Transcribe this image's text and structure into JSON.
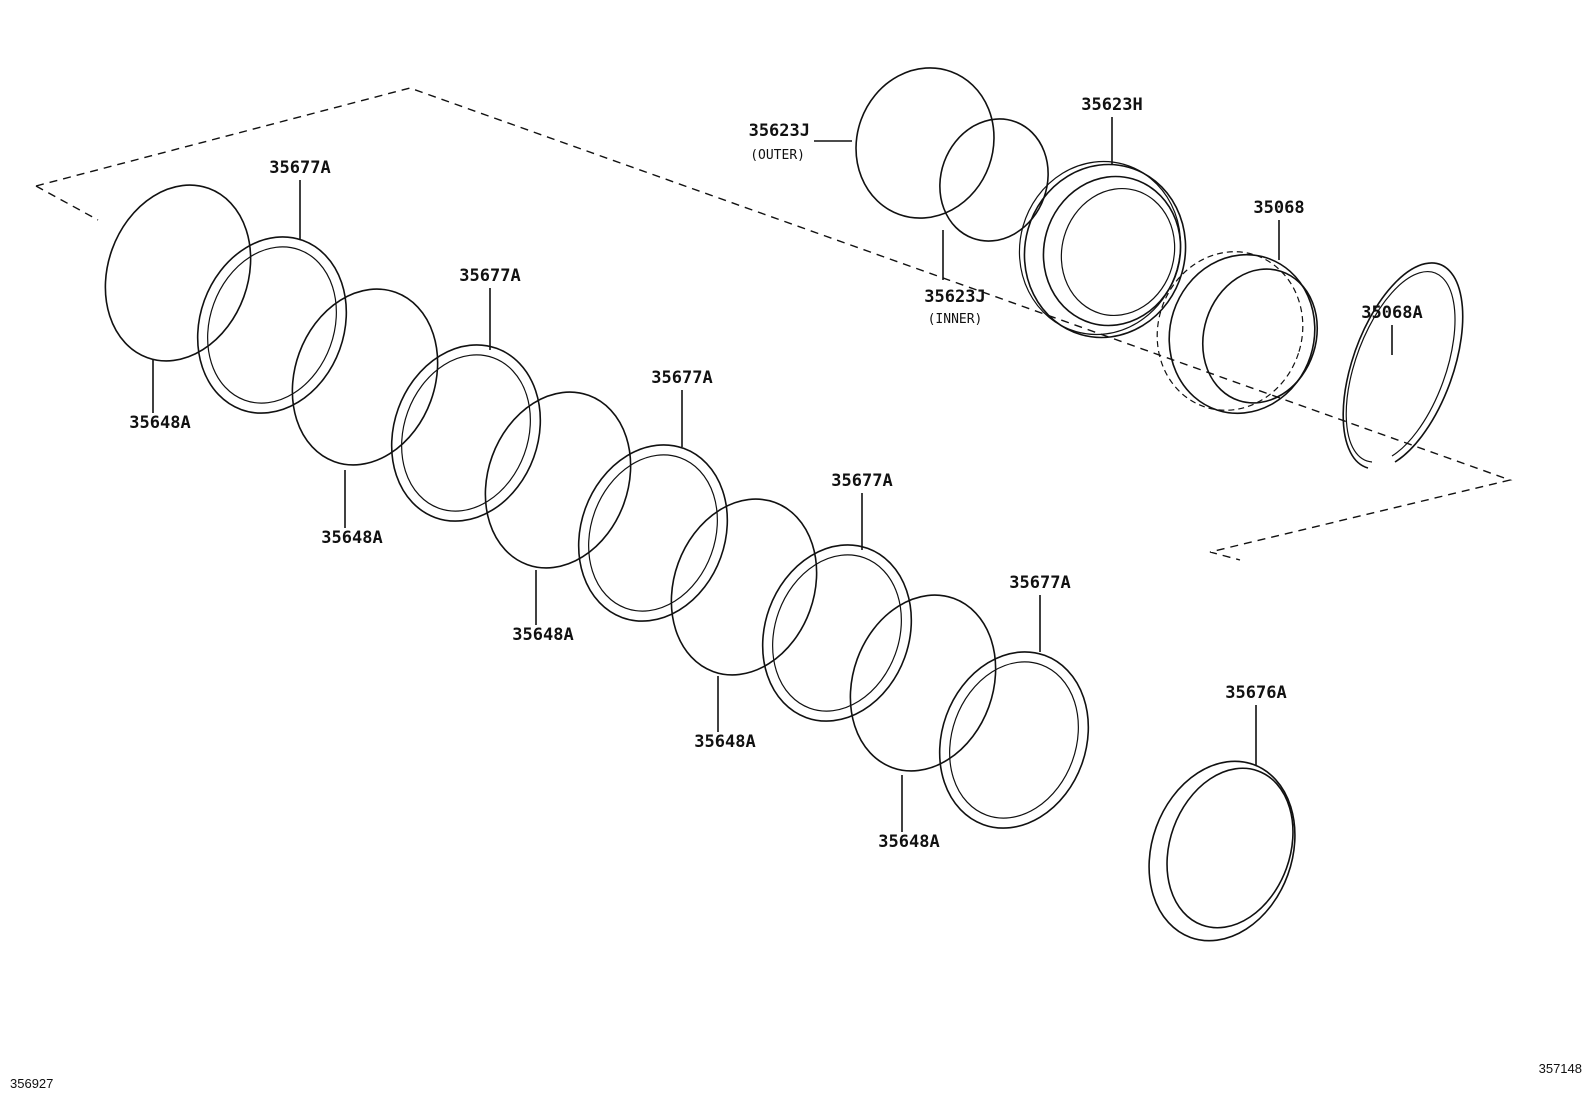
{
  "diagram": {
    "corner_left": "356927",
    "corner_right": "357148",
    "parts": {
      "p35623j_outer": {
        "part_no": "35623J",
        "note": "(OUTER)"
      },
      "p35623j_inner": {
        "part_no": "35623J",
        "note": "(INNER)"
      },
      "p35623h": {
        "part_no": "35623H"
      },
      "p35068": {
        "part_no": "35068"
      },
      "p35068a": {
        "part_no": "35068A"
      },
      "p35676a": {
        "part_no": "35676A"
      },
      "p35677a": {
        "part_no": "35677A"
      },
      "p35648a": {
        "part_no": "35648A"
      }
    }
  }
}
